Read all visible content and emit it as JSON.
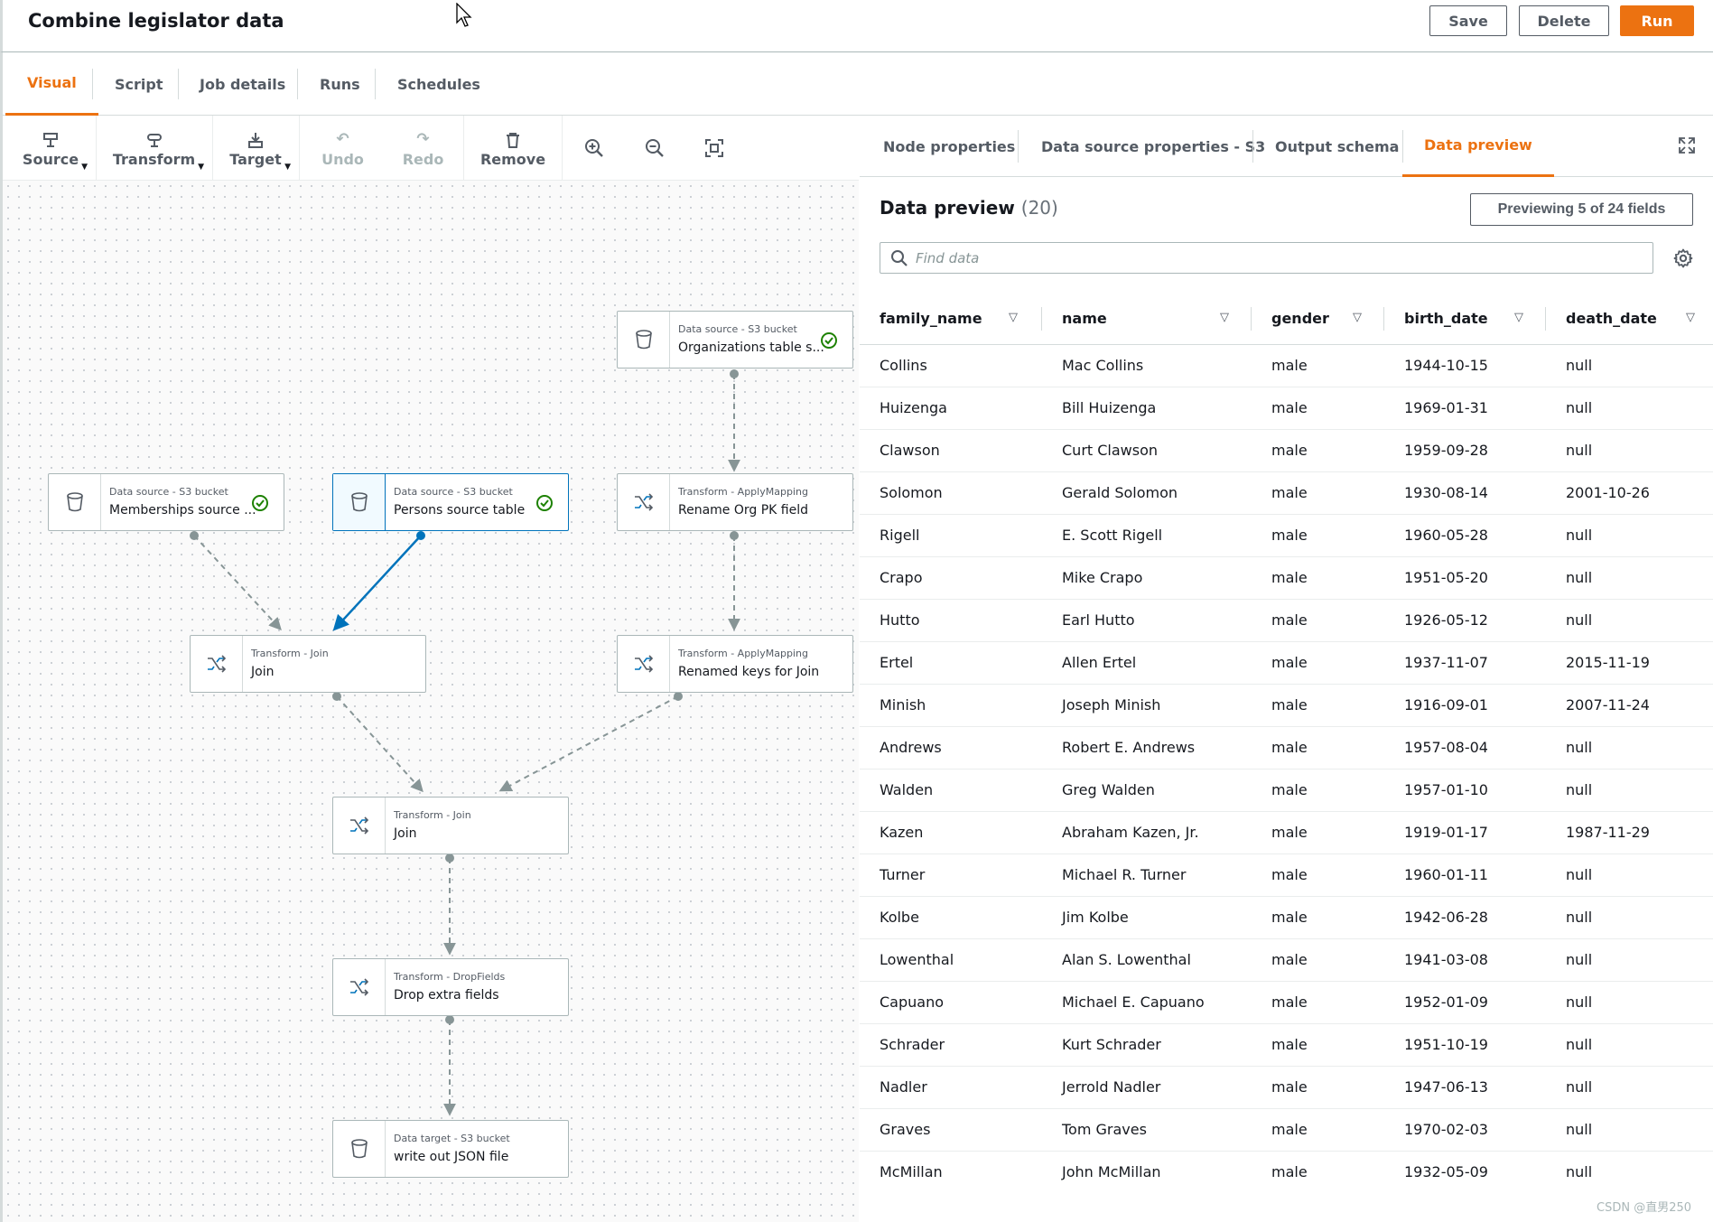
{
  "header": {
    "title": "Combine legislator data",
    "save_label": "Save",
    "delete_label": "Delete",
    "run_label": "Run"
  },
  "tabs": [
    {
      "label": "Visual",
      "active": true
    },
    {
      "label": "Script"
    },
    {
      "label": "Job details"
    },
    {
      "label": "Runs"
    },
    {
      "label": "Schedules"
    }
  ],
  "toolbar": {
    "source_label": "Source",
    "transform_label": "Transform",
    "target_label": "Target",
    "undo_label": "Undo",
    "redo_label": "Redo",
    "remove_label": "Remove"
  },
  "nodes": {
    "memberships": {
      "type": "Data source - S3 bucket",
      "name": "Memberships source ..."
    },
    "persons": {
      "type": "Data source - S3 bucket",
      "name": "Persons source table"
    },
    "organizations": {
      "type": "Data source - S3 bucket",
      "name": "Organizations table s..."
    },
    "rename_org": {
      "type": "Transform - ApplyMapping",
      "name": "Rename Org PK field"
    },
    "join1": {
      "type": "Transform - Join",
      "name": "Join"
    },
    "renamed_keys": {
      "type": "Transform - ApplyMapping",
      "name": "Renamed keys for Join"
    },
    "join2": {
      "type": "Transform - Join",
      "name": "Join"
    },
    "drop_fields": {
      "type": "Transform - DropFields",
      "name": "Drop extra fields"
    },
    "target": {
      "type": "Data target - S3 bucket",
      "name": "write out JSON file"
    }
  },
  "right_panel": {
    "tabs": [
      {
        "label": "Node properties"
      },
      {
        "label": "Data source properties - S3"
      },
      {
        "label": "Output schema"
      },
      {
        "label": "Data preview",
        "active": true
      }
    ],
    "title": "Data preview",
    "count": "(20)",
    "preview_button": "Previewing 5 of 24 fields",
    "search_placeholder": "Find data"
  },
  "table": {
    "columns": [
      "family_name",
      "name",
      "gender",
      "birth_date",
      "death_date"
    ],
    "rows": [
      [
        "Collins",
        "Mac Collins",
        "male",
        "1944-10-15",
        "null"
      ],
      [
        "Huizenga",
        "Bill Huizenga",
        "male",
        "1969-01-31",
        "null"
      ],
      [
        "Clawson",
        "Curt Clawson",
        "male",
        "1959-09-28",
        "null"
      ],
      [
        "Solomon",
        "Gerald Solomon",
        "male",
        "1930-08-14",
        "2001-10-26"
      ],
      [
        "Rigell",
        "E. Scott Rigell",
        "male",
        "1960-05-28",
        "null"
      ],
      [
        "Crapo",
        "Mike Crapo",
        "male",
        "1951-05-20",
        "null"
      ],
      [
        "Hutto",
        "Earl Hutto",
        "male",
        "1926-05-12",
        "null"
      ],
      [
        "Ertel",
        "Allen Ertel",
        "male",
        "1937-11-07",
        "2015-11-19"
      ],
      [
        "Minish",
        "Joseph Minish",
        "male",
        "1916-09-01",
        "2007-11-24"
      ],
      [
        "Andrews",
        "Robert E. Andrews",
        "male",
        "1957-08-04",
        "null"
      ],
      [
        "Walden",
        "Greg Walden",
        "male",
        "1957-01-10",
        "null"
      ],
      [
        "Kazen",
        "Abraham Kazen, Jr.",
        "male",
        "1919-01-17",
        "1987-11-29"
      ],
      [
        "Turner",
        "Michael R. Turner",
        "male",
        "1960-01-11",
        "null"
      ],
      [
        "Kolbe",
        "Jim Kolbe",
        "male",
        "1942-06-28",
        "null"
      ],
      [
        "Lowenthal",
        "Alan S. Lowenthal",
        "male",
        "1941-03-08",
        "null"
      ],
      [
        "Capuano",
        "Michael E. Capuano",
        "male",
        "1952-01-09",
        "null"
      ],
      [
        "Schrader",
        "Kurt Schrader",
        "male",
        "1951-10-19",
        "null"
      ],
      [
        "Nadler",
        "Jerrold Nadler",
        "male",
        "1947-06-13",
        "null"
      ],
      [
        "Graves",
        "Tom Graves",
        "male",
        "1970-02-03",
        "null"
      ],
      [
        "McMillan",
        "John McMillan",
        "male",
        "1932-05-09",
        "null"
      ]
    ]
  },
  "watermark": "CSDN @直男250",
  "colors": {
    "accent": "#ec7211",
    "selected": "#0073bb",
    "success": "#1d8102"
  }
}
